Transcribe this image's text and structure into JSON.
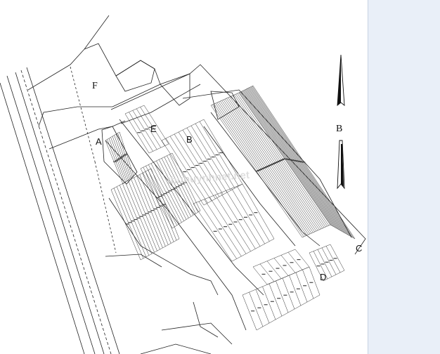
{
  "map": {
    "zones": [
      {
        "id": "F",
        "label": "F"
      },
      {
        "id": "E",
        "label": "E"
      },
      {
        "id": "A",
        "label": "A"
      },
      {
        "id": "B",
        "label": "B"
      },
      {
        "id": "C",
        "label": "C"
      },
      {
        "id": "D",
        "label": "D"
      }
    ],
    "north_arrow": {
      "label": "B",
      "icon": "north-arrow-icon"
    },
    "watermark": "thuhuynhnet.net"
  },
  "colors": {
    "line": "#222222",
    "background": "#ffffff",
    "sidebar": "#e9eff8"
  }
}
